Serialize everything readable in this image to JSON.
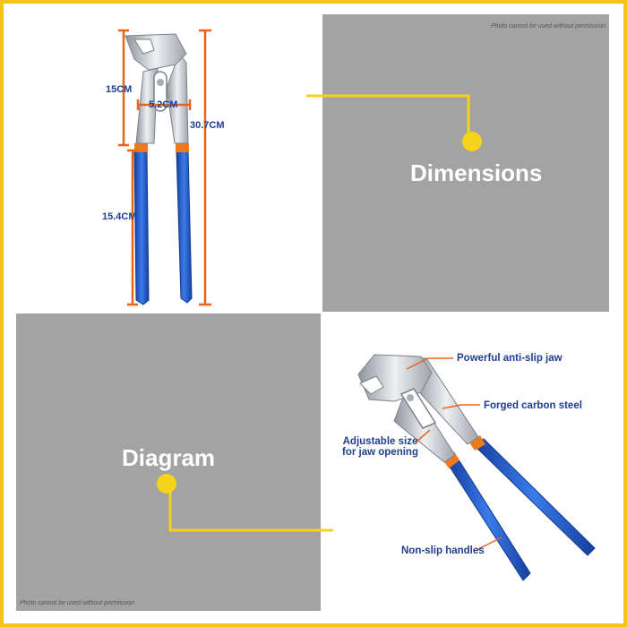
{
  "watermark_top": "Photo cannot be used without permission",
  "watermark_bottom": "Photo cannot be used without permission",
  "sections": {
    "dimensions_title": "Dimensions",
    "diagram_title": "Diagram"
  },
  "dimensions": {
    "jaw_length": "15CM",
    "jaw_width": "5.2CM",
    "total_length": "30.7CM",
    "handle_length": "15.4CM"
  },
  "callouts": {
    "jaw": "Powerful anti-slip jaw",
    "steel": "Forged carbon steel",
    "adjust_line1": "Adjustable size",
    "adjust_line2": "for jaw opening",
    "handles": "Non-slip handles"
  },
  "colors": {
    "frame": "#f6c419",
    "grey_panel": "#a3a3a3",
    "dimension_lines": "#e8641b",
    "label_blue": "#1e3f8f",
    "handle_blue": "#1f5fd0",
    "collar_orange": "#f07a1a",
    "steel": "#c9ccd1"
  },
  "icons": [
    "pliers-photo-top",
    "pliers-photo-bottom",
    "connector-dot"
  ]
}
